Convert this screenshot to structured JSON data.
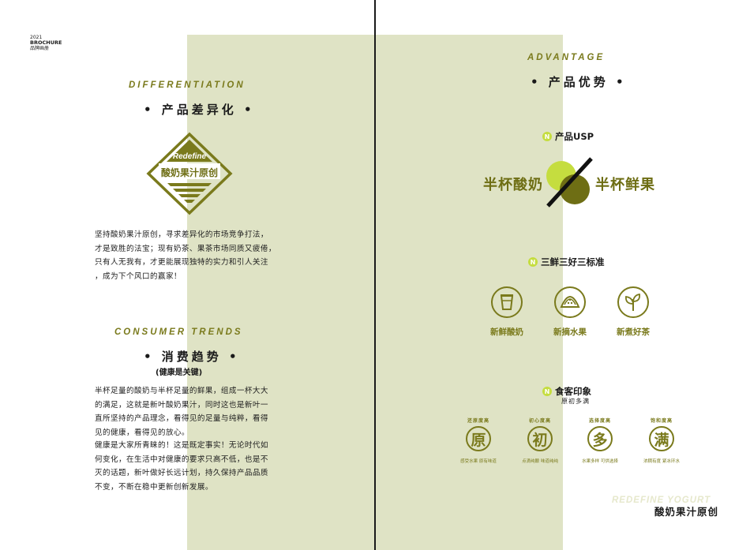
{
  "brand": {
    "year": "2021",
    "word": "BROCHURE",
    "sub": "品牌画册"
  },
  "left": {
    "differentiation": {
      "eyebrow": "DIFFERENTIATION",
      "title": "• 产品差异化 •",
      "logo_en": "Redefine",
      "logo_zh": "酸奶果汁原创",
      "paragraph": [
        "坚持酸奶果汁原创，寻求差异化的市场竞争打法，",
        "才是致胜的法宝；现有奶茶、果茶市场同质又疲倦，",
        "只有人无我有，才更能展现独特的实力和引人关注",
        "，成为下个风口的赢家！"
      ]
    },
    "trends": {
      "eyebrow": "CONSUMER TRENDS",
      "title": "• 消费趋势 •",
      "subtitle": "(健康是关键)",
      "paragraph1": [
        "半杯足量的酸奶与半杯足量的鲜果，组成一杯大大",
        "的满足，这就是新叶酸奶果汁，同时这也是新叶一",
        "直所坚持的产品理念，看得见的足量与纯粹，看得",
        "见的健康，看得见的放心。"
      ],
      "paragraph2": [
        "健康是大家所青睐的！这是既定事实！无论时代如",
        "何变化，在生活中对健康的要求只高不低，也是不",
        "灭的话题，新叶做好长远计划，持久保持产品品质",
        "不变，不断在稳中更新创新发展。"
      ]
    }
  },
  "right": {
    "eyebrow": "ADVANTAGE",
    "title": "• 产品优势 •",
    "usp": {
      "badge": "N",
      "heading": "产品USP",
      "left_text": "半杯酸奶",
      "right_text": "半杯鲜果"
    },
    "standards": {
      "badge": "N",
      "heading": "三鲜三好三标准",
      "items": [
        {
          "label": "新鲜酸奶",
          "icon": "yogurt-cup-icon"
        },
        {
          "label": "新摘水果",
          "icon": "watermelon-slice-icon"
        },
        {
          "label": "新煮好茶",
          "icon": "tea-leaf-icon"
        }
      ]
    },
    "impression": {
      "badge": "N",
      "heading": "食客印象",
      "subheading": "原初多满",
      "items": [
        {
          "tag": "还原度高",
          "char": "原",
          "desc": "感受水果  原有味道"
        },
        {
          "tag": "初心度高",
          "char": "初",
          "desc": "点滴纯酿  味道纯纯"
        },
        {
          "tag": "选择度高",
          "char": "多",
          "desc": "水果多样  可供选择"
        },
        {
          "tag": "饱和度高",
          "char": "满",
          "desc": "浓稠有度  紧冰环水"
        }
      ]
    }
  },
  "footer": {
    "tagline_en": "REDEFINE YOGURT",
    "tagline_zh": "酸奶果汁原创"
  },
  "colors": {
    "olive": "#7a7a1c",
    "panel": "#dfe3c5",
    "lime": "#c5dd3f",
    "dark_olive": "#6e6e14"
  }
}
